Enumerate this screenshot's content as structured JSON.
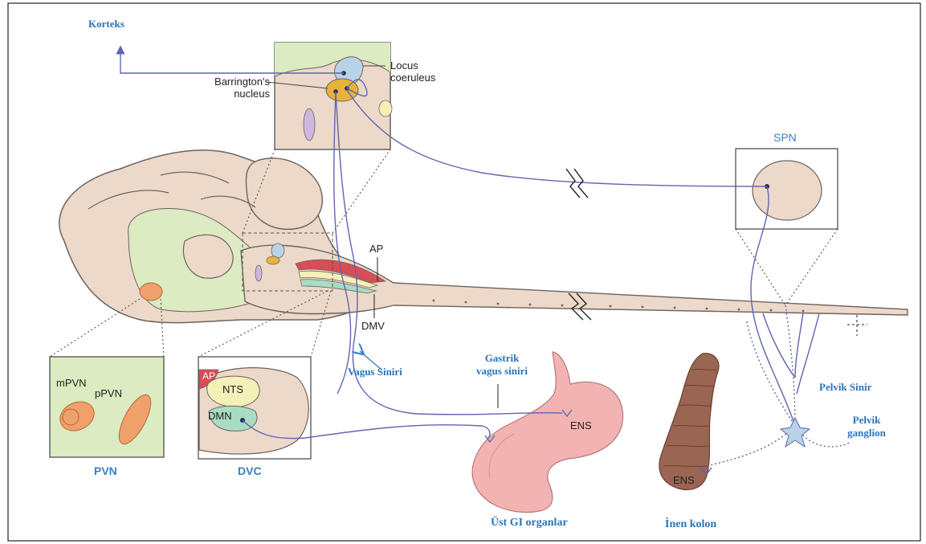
{
  "colors": {
    "brain": "#ecd9c9",
    "brain_outline": "#6d6360",
    "green_region": "#dcebc2",
    "nerve": "#5f66b0",
    "ap_red": "#d84d55",
    "nts_yellow": "#f5efb8",
    "dmn_teal": "#a9dcc4",
    "pvn_orange": "#f0a06a",
    "locus_blue": "#b9d3e6",
    "barrington_yellow": "#e7b33a",
    "stomach": "#f2b3b2",
    "colon": "#9a6552",
    "label_blue": "#2a74b8"
  },
  "labels": {
    "korteks": "Korteks",
    "locus_coeruleus_line1": "Locus",
    "locus_coeruleus_line2": "coeruleus",
    "barrington_line1": "Barrington's",
    "barrington_line2": "nucleus",
    "spn": "SPN",
    "ap_main": "AP",
    "dmv": "DMV",
    "vagus": "Vagus Siniri",
    "gastrik_line1": "Gastrik",
    "gastrik_line2": "vagus siniri",
    "ens_stomach": "ENS",
    "ens_colon": "ENS",
    "pelvik_sinir": "Pelvik Sinir",
    "pelvik_ganglion_line1": "Pelvik",
    "pelvik_ganglion_line2": "ganglion",
    "ust_gi": "Üst GI organlar",
    "inen_kolon": "İnen kolon",
    "pvn_title": "PVN",
    "mpvn": "mPVN",
    "ppvn": "pPVN",
    "dvc_title": "DVC",
    "dvc_ap": "AP",
    "nts": "NTS",
    "dmn": "DMN"
  }
}
